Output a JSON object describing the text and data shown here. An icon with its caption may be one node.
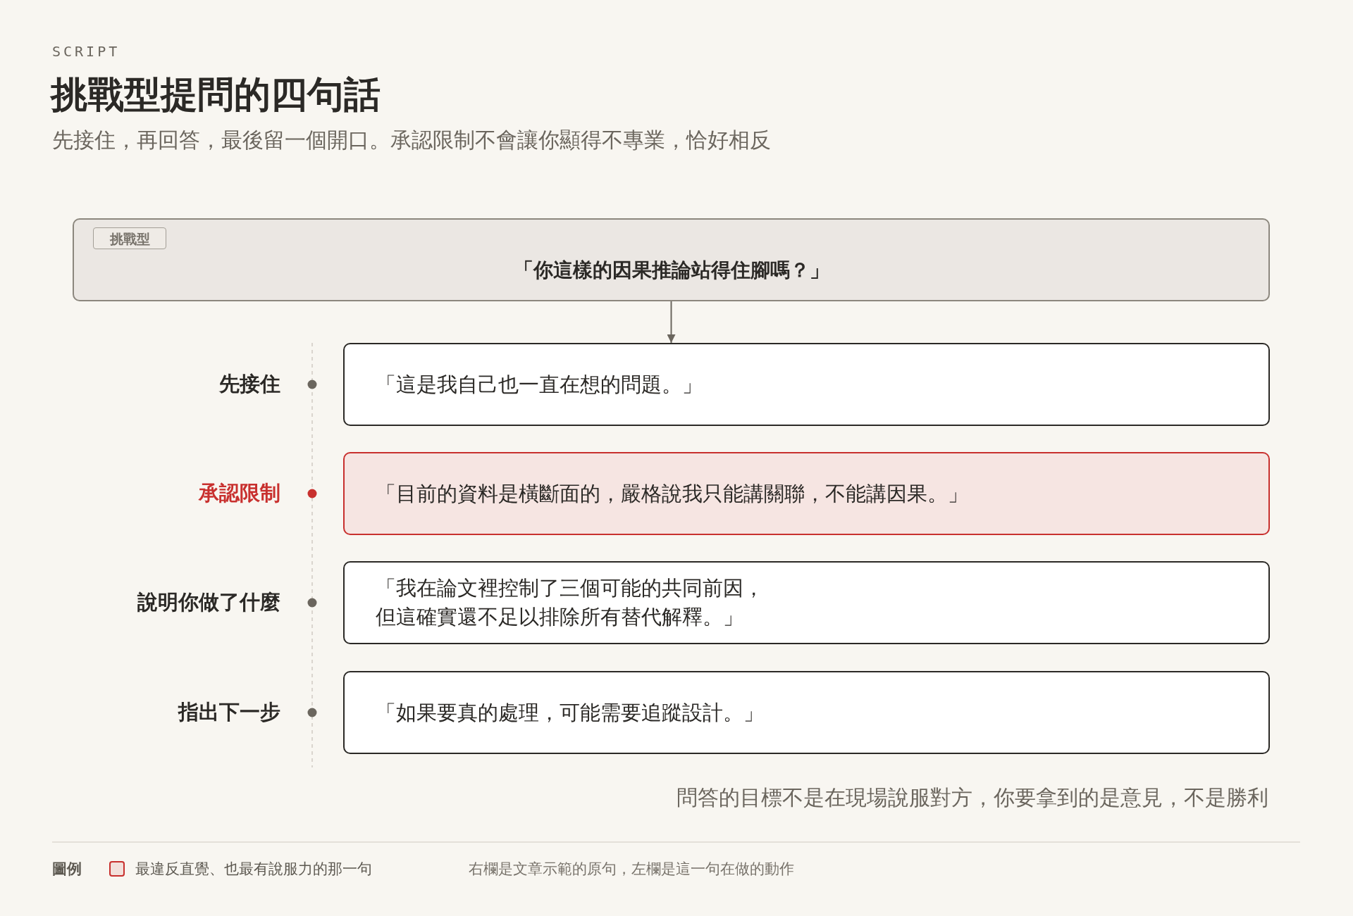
{
  "diagram": {
    "title": "挑戰型提問的四句話",
    "nodes": [
      {
        "text": [
          "「你這樣的因果推論站得住腳嗎？」"
        ]
      },
      {
        "text": [
          "挑戰型"
        ],
        "in": 0
      },
      {
        "text": [
          "「這是我自己也一直在想的問題。」"
        ],
        "beside": [
          "先接住"
        ]
      },
      {
        "text": [
          "「目前的資料是橫斷面的，嚴格說我只能講關聯，不能講因果。」"
        ],
        "beside": [
          "承認限制"
        ]
      },
      {
        "text": [
          "「我在論文裡控制了三個可能的共同前因，但這確實還不足以排除所有替代解釋。」"
        ],
        "beside": [
          "說明你做了什麼"
        ]
      },
      {
        "text": [
          "「如果要真的處理，可能需要追蹤設計。」"
        ],
        "beside": [
          "指出下一步"
        ]
      }
    ],
    "edges": [
      {
        "from": 0,
        "to": 2,
        "arrow": "to"
      }
    ],
    "labels": [
      "SCRIPT",
      "先接住，再回答，最後留一個開口。承認限制不會讓你顯得不專業，恰好相反",
      "問答的目標不是在現場說服對方，你要拿到的是意見，不是勝利",
      "圖例",
      "右欄是文章示範的原句，左欄是這一句在做的動作"
    ],
    "legend": [
      {
        "text": "最違反直覺、也最有說服力的那一句",
        "color": "#c8302e"
      }
    ]
  }
}
